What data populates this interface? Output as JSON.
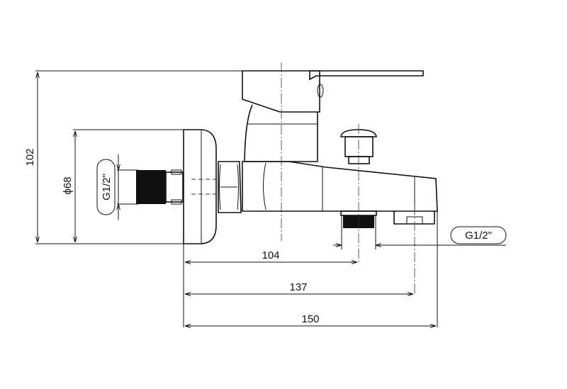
{
  "dimensions": {
    "height_total": "102",
    "diameter_plate": "ϕ68",
    "inlet_thread": "G1/2\"",
    "outlet_thread": "G1/2\"",
    "length_104": "104",
    "length_137": "137",
    "length_150": "150"
  },
  "colors": {
    "line": "#111111",
    "background": "#ffffff"
  }
}
